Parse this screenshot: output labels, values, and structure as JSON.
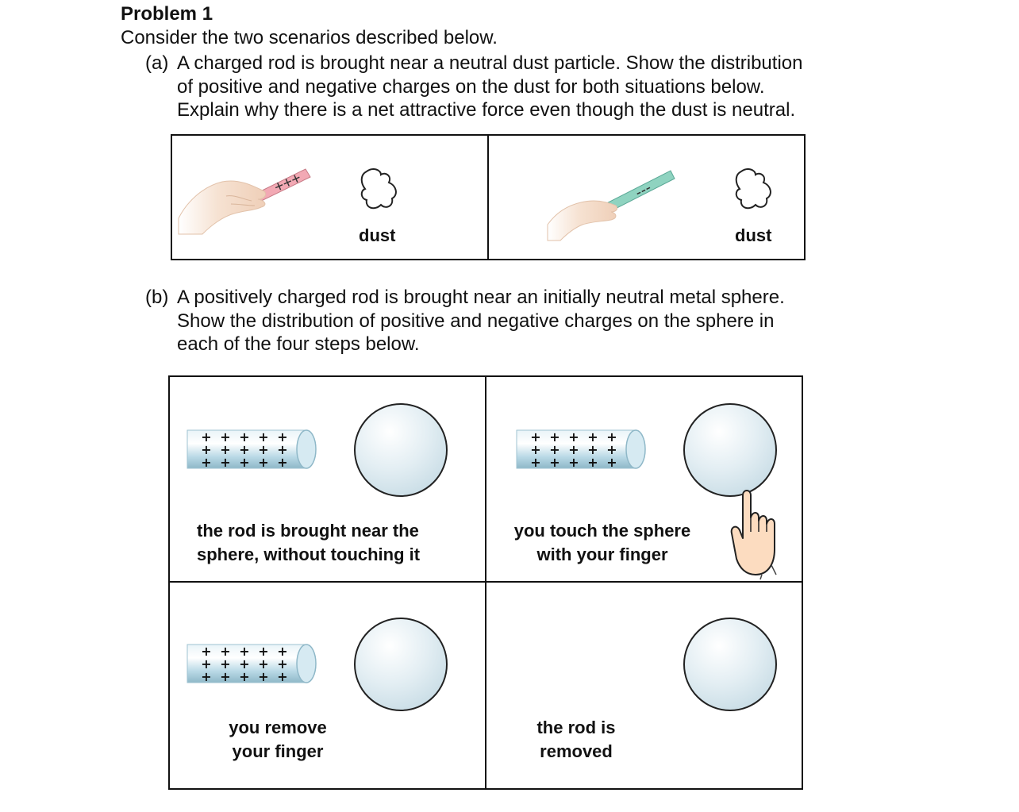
{
  "problem": {
    "title": "Problem 1",
    "intro": "Consider the two scenarios described below."
  },
  "part_a": {
    "label": "(a)",
    "lines": [
      "A charged rod is brought near a neutral dust particle. Show the distribution",
      "of positive and negative charges on the dust for both situations below.",
      "Explain why there is a net attractive force even though the dust is neutral."
    ],
    "panels": [
      {
        "dust_label": "dust",
        "rod_charge": "+++",
        "rod_color": "#f2a9b4"
      },
      {
        "dust_label": "dust",
        "rod_charge": "---",
        "rod_color": "#8fd3c0"
      }
    ]
  },
  "part_b": {
    "label": "(b)",
    "lines": [
      "A positively charged rod is brought near an initially neutral metal sphere.",
      "Show the distribution of positive and negative charges on the sphere in",
      "each of the four steps below."
    ],
    "steps": [
      {
        "caption": [
          "the rod is brought near the",
          "sphere, without touching it"
        ]
      },
      {
        "caption": [
          "you touch the sphere",
          "with your finger"
        ]
      },
      {
        "caption": [
          "you remove",
          "your finger"
        ]
      },
      {
        "caption": [
          "the rod is",
          "removed"
        ]
      }
    ],
    "rod_charge_symbol": "+",
    "sphere_color": "#c9dde6",
    "rod_color": "#b9d9e6"
  }
}
